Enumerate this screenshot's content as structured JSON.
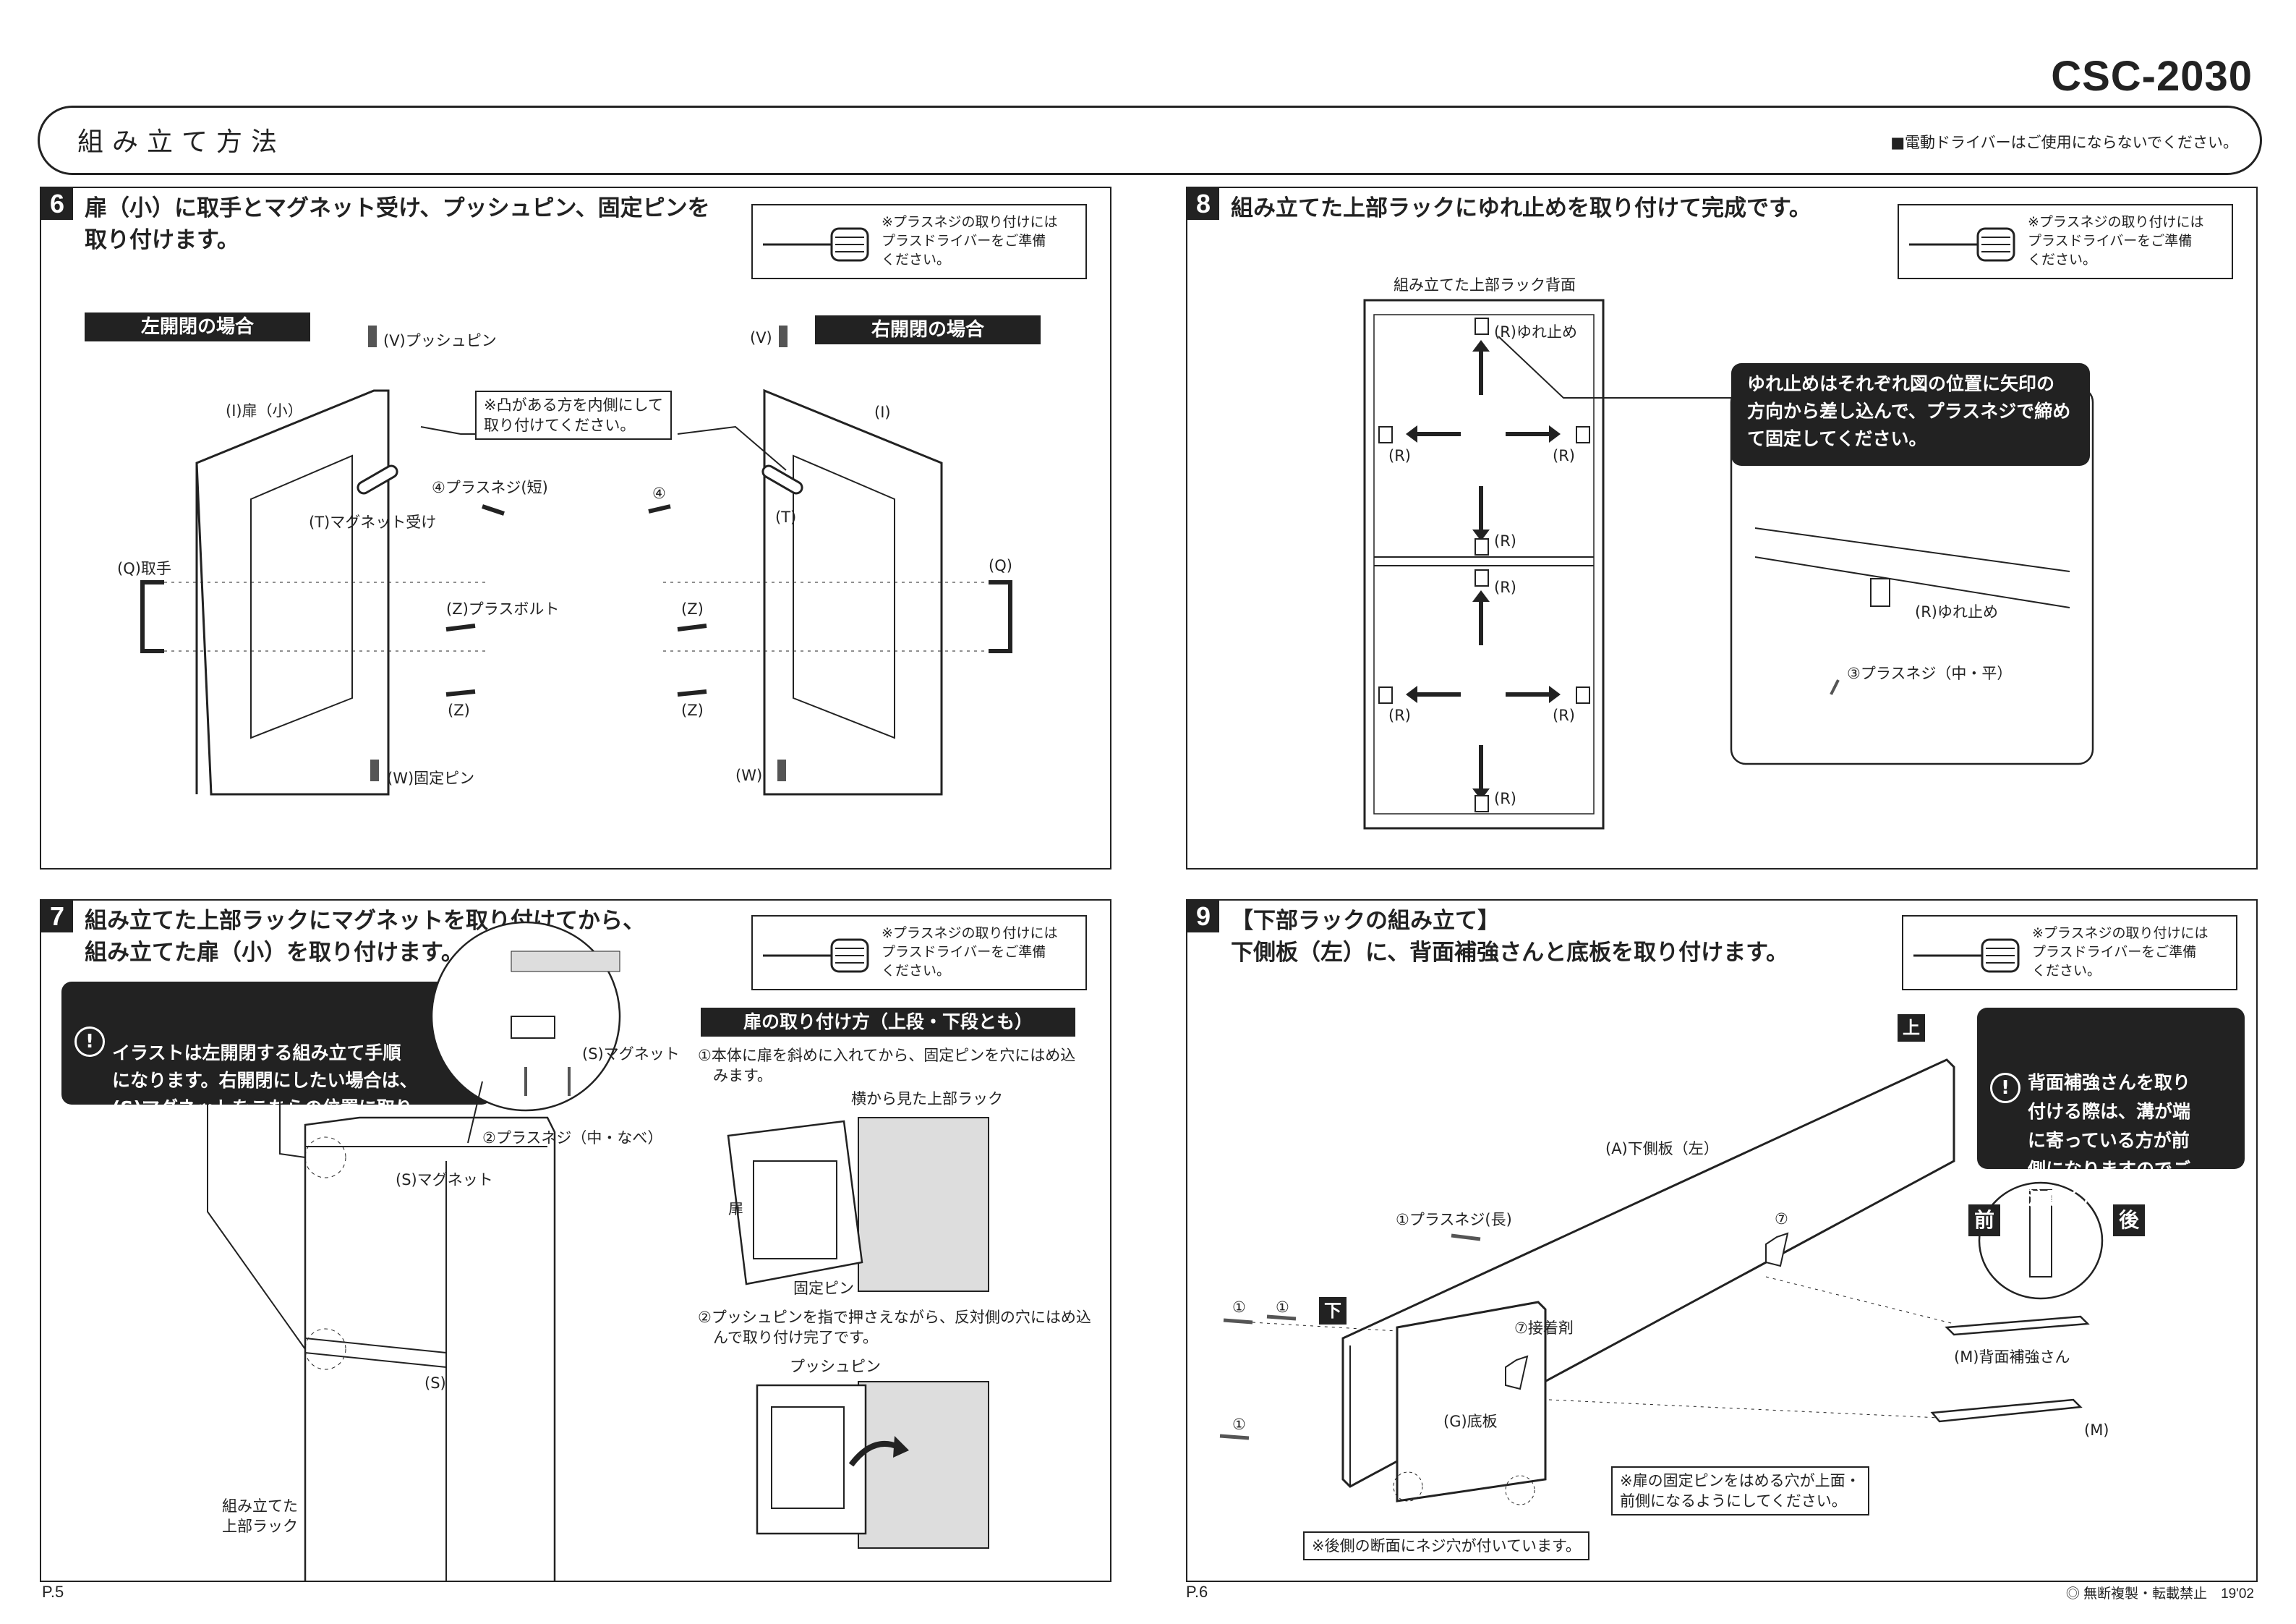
{
  "model": "CSC-2030",
  "header": {
    "title": "組み立て方法",
    "note": "■電動ドライバーはご使用にならないでください。"
  },
  "screwdriver_note": "※プラスネジの取り付けには\nプラスドライバーをご準備\nください。",
  "step6": {
    "num": "6",
    "heading": "扉（小）に取手とマグネット受け、プッシュピン、固定ピンを\n取り付けます。",
    "left_case": "左開閉の場合",
    "right_case": "右開閉の場合",
    "labels": {
      "V_left": "(V)プッシュピン",
      "I_left": "(I)扉（小）",
      "note_convex": "※凸がある方を内側にして\n取り付けてください。",
      "screw4": "④プラスネジ(短)",
      "T_left": "(T)マグネット受け",
      "Q_left": "(Q)取手",
      "Z_bolt": "(Z)プラスボルト",
      "Z_left2": "(Z)",
      "W_left": "(W)固定ピン",
      "V_right": "(V)",
      "I_right": "(I)",
      "screw4_right": "④",
      "T_right": "(T)",
      "Q_right": "(Q)",
      "Z_right1": "(Z)",
      "Z_right2": "(Z)",
      "W_right": "(W)"
    }
  },
  "step7": {
    "num": "7",
    "heading": "組み立てた上部ラックにマグネットを取り付けてから、\n組み立てた扉（小）を取り付けます。",
    "callout": "イラストは左開閉する組み立て手順\nになります。右開閉にしたい場合は、\n(S)マグネットをこちらの位置に取り\n付けてください。",
    "labels": {
      "S_magnet_detail": "(S)マグネット",
      "screw2": "②プラスネジ（中・なべ）",
      "S_magnet": "(S)マグネット",
      "S": "(S)",
      "rack": "組み立てた\n上部ラック"
    },
    "door_how": "扉の取り付け方（上段・下段とも）",
    "instr1": "①本体に扉を斜めに入れてから、固定ピンを穴にはめ込\n　みます。",
    "side_view": "横から見た上部ラック",
    "door": "扉",
    "fixed_pin": "固定ピン",
    "instr2": "②プッシュピンを指で押さえながら、反対側の穴にはめ込\n　んで取り付け完了です。",
    "push_pin": "プッシュピン"
  },
  "step8": {
    "num": "8",
    "heading": "組み立てた上部ラックにゆれ止めを取り付けて完成です。",
    "rack_back": "組み立てた上部ラック背面",
    "R_stopper": "(R)ゆれ止め",
    "R": "(R)",
    "callout": "ゆれ止めはそれぞれ図の位置に矢印の\n方向から差し込んで、プラスネジで締め\nて固定してください。",
    "detail_R": "(R)ゆれ止め",
    "detail_screw": "③プラスネジ（中・平）"
  },
  "step9": {
    "num": "9",
    "heading": "【下部ラックの組み立て】\n下側板（左）に、背面補強さんと底板を取り付けます。",
    "top": "上",
    "bottom": "下",
    "callout": "背面補強さんを取り\n付ける際は、溝が端\nに寄っている方が前\n側になりますのでご\n注意ください。",
    "front": "前",
    "back": "後",
    "A_side": "(A)下側板（左）",
    "screw1_long": "①プラスネジ(長)",
    "num7": "⑦",
    "glue": "⑦接着剤",
    "one": "①",
    "M_back": "(M)背面補強さん",
    "M": "(M)",
    "G": "(G)底板",
    "note_pin": "※扉の固定ピンをはめる穴が上面・\n前側になるようにしてください。",
    "note_hole": "※後側の断面にネジ穴が付いています。"
  },
  "footer": {
    "p5": "P.5",
    "p6": "P.6",
    "copy": "◎ 無断複製・転載禁止　19'02"
  }
}
